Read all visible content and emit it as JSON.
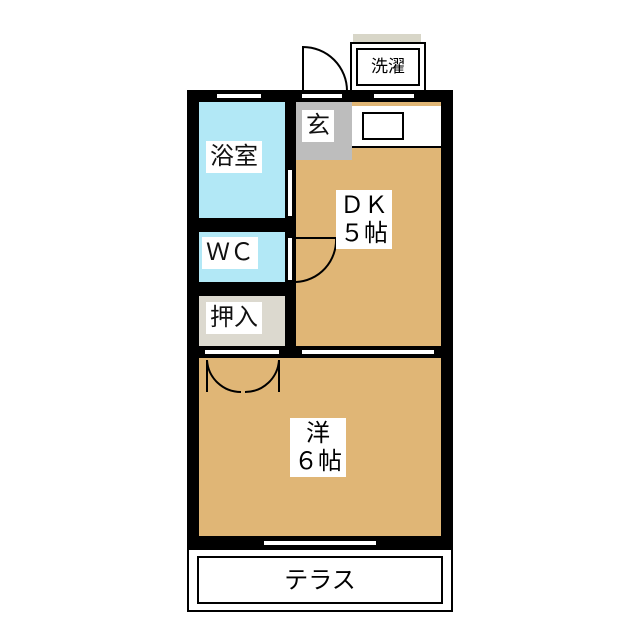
{
  "rooms": {
    "bath": "浴室",
    "wc": "ＷＣ",
    "closet": "押入",
    "entrance": "玄",
    "dk_name": "ＤＫ",
    "dk_size": "５帖",
    "western_name": "洋",
    "western_size": "６帖",
    "terrace": "テラス",
    "laundry": "洗濯"
  },
  "colors": {
    "dk": "#e0b676",
    "bath": "#b2e8f6",
    "entrance": "#bdbdbd",
    "closet": "#dcd9cf"
  }
}
